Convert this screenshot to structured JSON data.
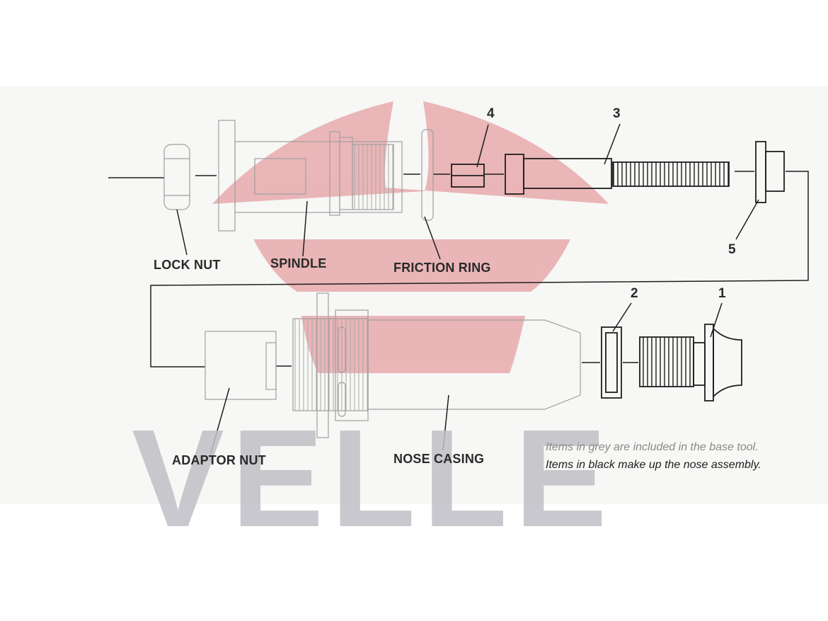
{
  "diagram": {
    "labels": {
      "lock_nut": "LOCK NUT",
      "spindle": "SPINDLE",
      "friction_ring": "FRICTION RING",
      "adaptor_nut": "ADAPTOR NUT",
      "nose_casing": "NOSE CASING"
    },
    "part_numbers": {
      "n1": "1",
      "n2": "2",
      "n3": "3",
      "n4": "4",
      "n5": "5"
    },
    "notes": {
      "grey": "Items in grey are included in the base tool.",
      "black": "Items in black make up the nose assembly."
    },
    "watermark": "VELLE",
    "colors": {
      "grey_part": "#9a9a9a",
      "black_part": "#1e1e1e",
      "logo_red": "#e6a0a3",
      "watermark_grey": "#bfbfc6"
    }
  }
}
